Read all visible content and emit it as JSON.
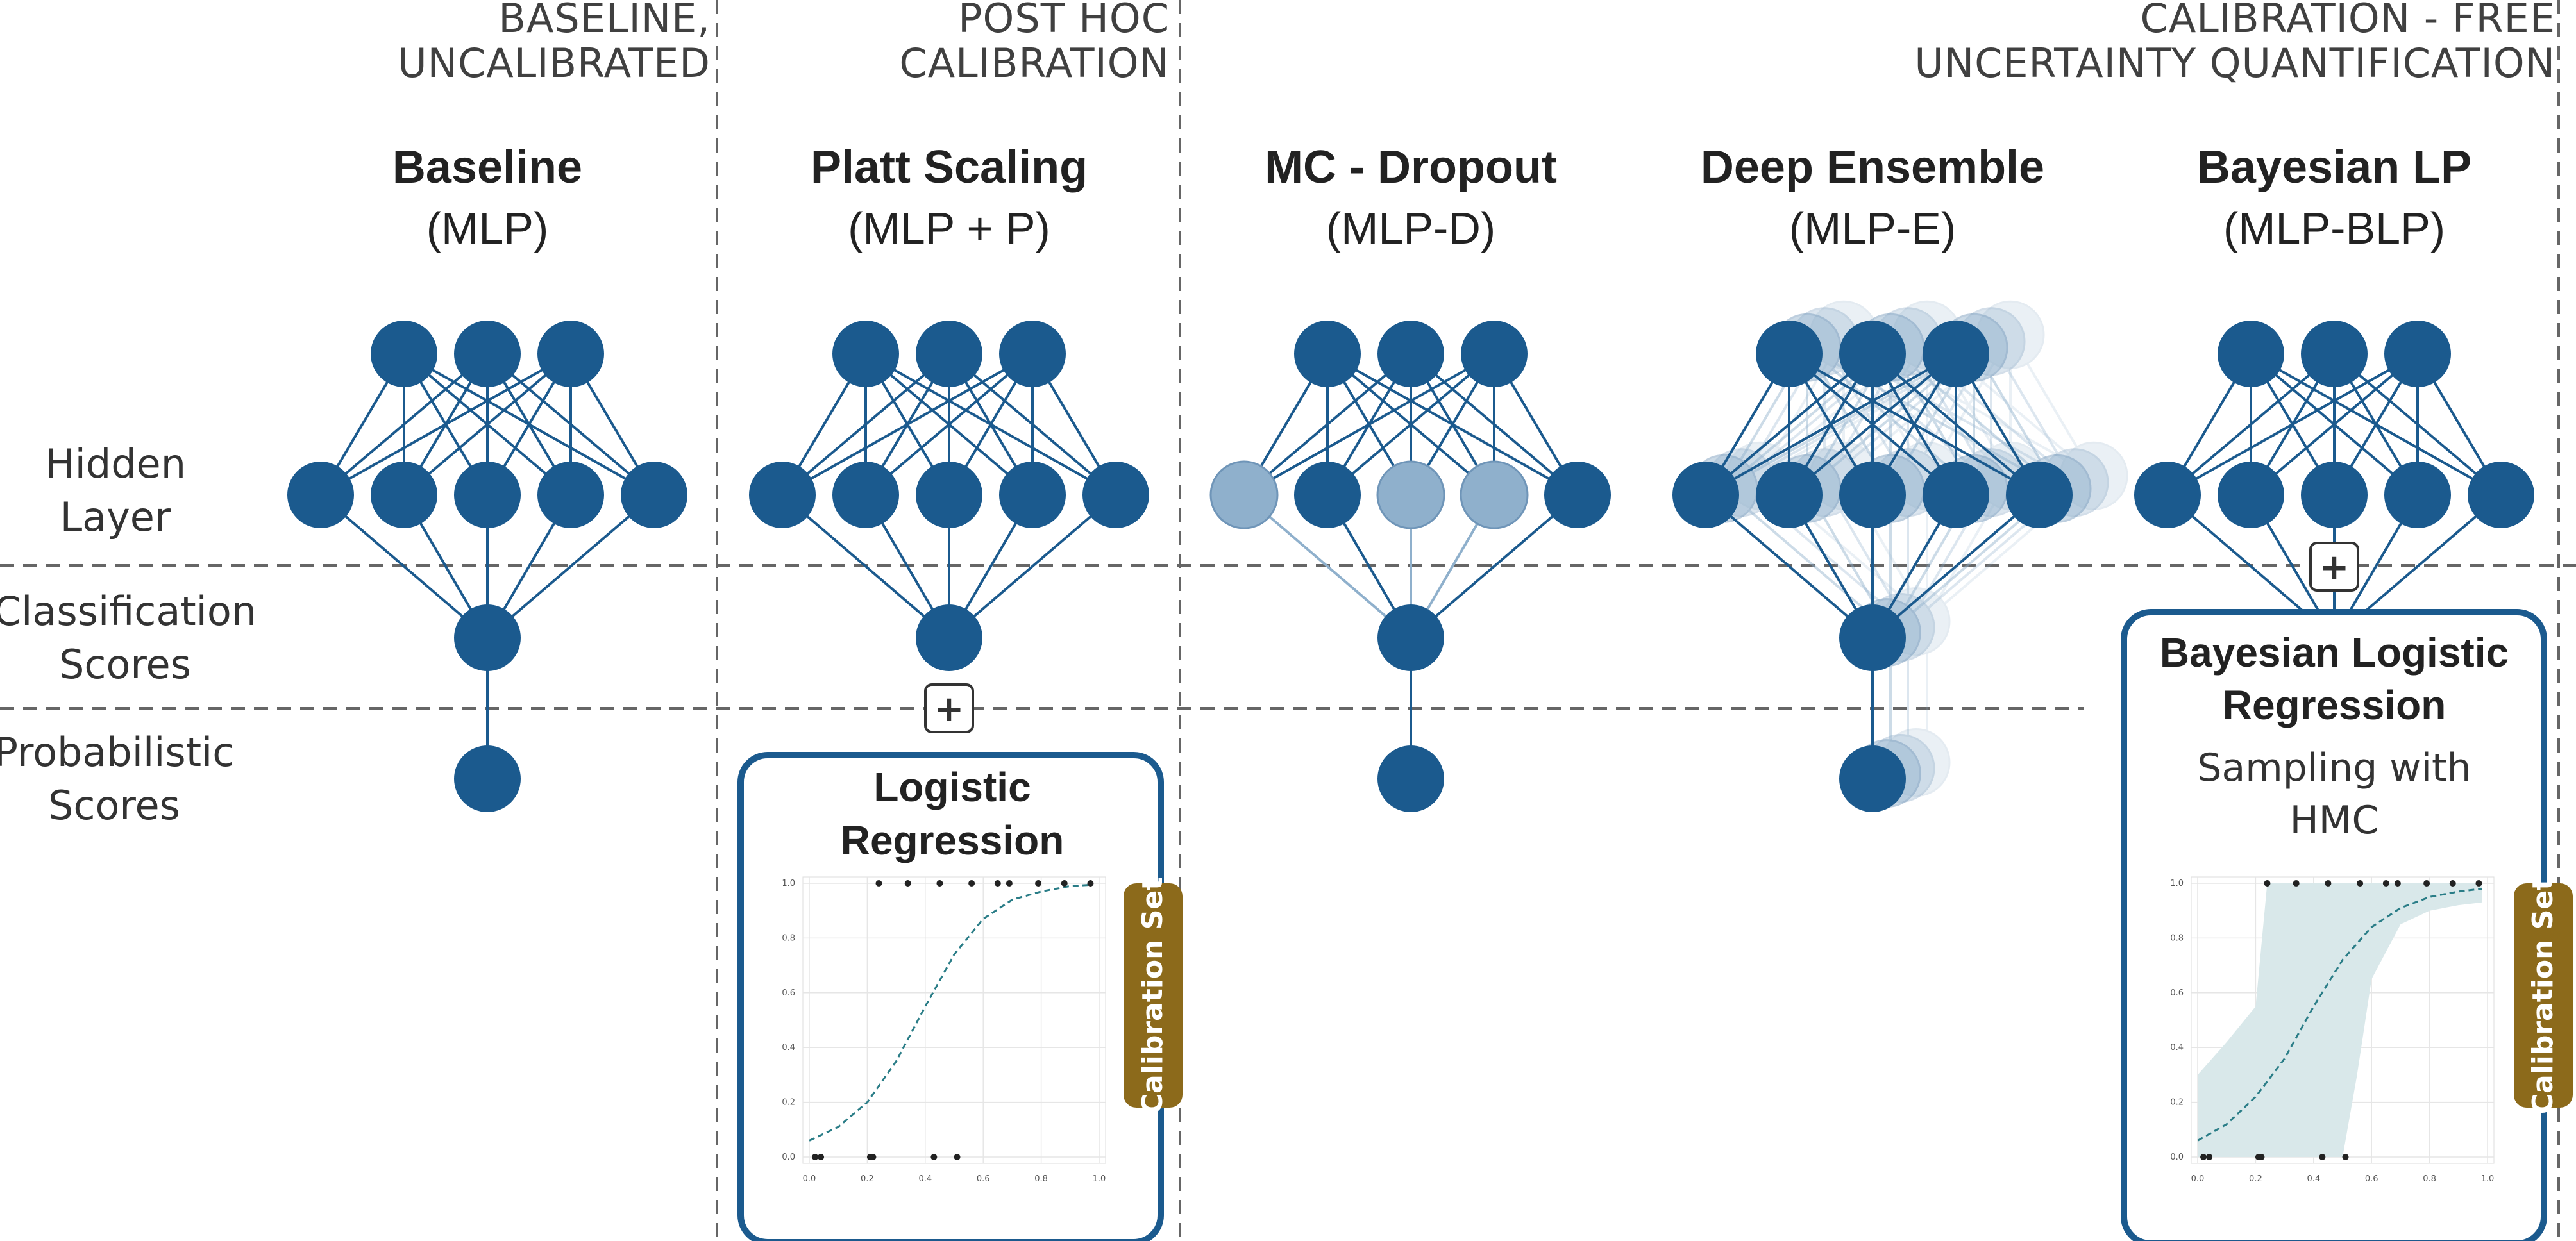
{
  "categories": {
    "baseline": [
      "BASELINE,",
      "UNCALIBRATED"
    ],
    "posthoc": [
      "POST HOC",
      "CALIBRATION"
    ],
    "free": [
      "CALIBRATION - FREE",
      "UNCERTAINTY QUANTIFICATION"
    ]
  },
  "models": [
    {
      "title": "Baseline",
      "subtitle": "(MLP)"
    },
    {
      "title": "Platt Scaling",
      "subtitle": "(MLP + P)"
    },
    {
      "title": "MC - Dropout",
      "subtitle": "(MLP-D)"
    },
    {
      "title": "Deep Ensemble",
      "subtitle": "(MLP-E)"
    },
    {
      "title": "Bayesian LP",
      "subtitle": "(MLP-BLP)"
    }
  ],
  "rows": {
    "hidden": [
      "Hidden",
      "Layer"
    ],
    "classification": [
      "Classification",
      "Scores"
    ],
    "probabilistic": [
      "Probabilistic",
      "Scores"
    ]
  },
  "boxes": {
    "logistic": {
      "title": [
        "Logistic",
        "Regression"
      ],
      "badge": "Calibration Set",
      "plus": "+"
    },
    "bayesian": {
      "title": [
        "Bayesian Logistic",
        "Regression"
      ],
      "subtitle": [
        "Sampling with",
        "HMC"
      ],
      "badge": "Calibration Set",
      "plus": "+"
    }
  },
  "colors": {
    "node": "#1b5a8e",
    "node_faded": "#8fb0cc",
    "badge": "#8c6a1b",
    "band": "#d9e8ea",
    "curve": "#2a7d87"
  },
  "chart_data": [
    {
      "type": "scatter",
      "title": "",
      "xlabel": "",
      "ylabel": "",
      "xlim": [
        0,
        1
      ],
      "ylim": [
        0,
        1
      ],
      "xticks": [
        "0.0",
        "0.2",
        "0.4",
        "0.6",
        "0.8",
        "1.0"
      ],
      "yticks": [
        "0.0",
        "0.2",
        "0.4",
        "0.6",
        "0.8",
        "1.0"
      ],
      "grid": true,
      "points_y0": [
        0.02,
        0.04,
        0.21,
        0.22,
        0.43,
        0.51
      ],
      "points_y1": [
        0.24,
        0.34,
        0.45,
        0.56,
        0.65,
        0.69,
        0.79,
        0.88,
        0.97
      ],
      "curve": {
        "x": [
          0.0,
          0.1,
          0.2,
          0.3,
          0.4,
          0.5,
          0.6,
          0.7,
          0.8,
          0.9,
          0.98
        ],
        "y": [
          0.06,
          0.11,
          0.2,
          0.35,
          0.55,
          0.74,
          0.87,
          0.94,
          0.97,
          0.99,
          0.995
        ]
      }
    },
    {
      "type": "area",
      "title": "",
      "xlabel": "",
      "ylabel": "",
      "xlim": [
        0,
        1
      ],
      "ylim": [
        0,
        1
      ],
      "xticks": [
        "0.0",
        "0.2",
        "0.4",
        "0.6",
        "0.8",
        "1.0"
      ],
      "yticks": [
        "0.0",
        "0.2",
        "0.4",
        "0.6",
        "0.8",
        "1.0"
      ],
      "grid": true,
      "points_y0": [
        0.02,
        0.04,
        0.21,
        0.22,
        0.43,
        0.51
      ],
      "points_y1": [
        0.24,
        0.34,
        0.45,
        0.56,
        0.65,
        0.69,
        0.79,
        0.88,
        0.97
      ],
      "curve": {
        "x": [
          0.0,
          0.1,
          0.2,
          0.3,
          0.4,
          0.5,
          0.6,
          0.7,
          0.8,
          0.9,
          0.98
        ],
        "y": [
          0.06,
          0.12,
          0.22,
          0.36,
          0.55,
          0.72,
          0.84,
          0.91,
          0.95,
          0.97,
          0.98
        ]
      },
      "band": {
        "x": [
          0.0,
          0.1,
          0.2,
          0.24,
          0.3,
          0.4,
          0.45,
          0.5,
          0.55,
          0.6,
          0.7,
          0.8,
          0.9,
          0.98
        ],
        "lower": [
          0.0,
          0.0,
          0.0,
          0.0,
          0.0,
          0.0,
          0.0,
          0.0,
          0.3,
          0.65,
          0.85,
          0.9,
          0.92,
          0.93
        ],
        "upper": [
          0.3,
          0.42,
          0.55,
          1.0,
          1.0,
          1.0,
          1.0,
          1.0,
          1.0,
          1.0,
          1.0,
          1.0,
          1.0,
          1.0
        ]
      }
    }
  ]
}
